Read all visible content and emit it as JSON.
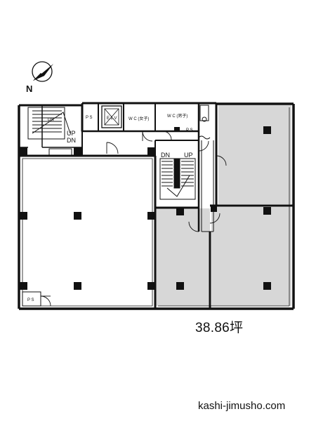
{
  "compass": {
    "north_label": "N"
  },
  "rooms": {
    "ps_top": "P S",
    "elevator": "E L V",
    "wc_female": "W C (女子)",
    "wc_male": "W C (男子)",
    "ps_right": "P S",
    "ps_bottom": "P S"
  },
  "stairs": {
    "left_up": "UP",
    "left_dn": "DN",
    "left_arrow_tag": "DN",
    "center_dn": "DN",
    "center_up": "UP"
  },
  "area": "38.86坪",
  "site": "kashi-jimusho.com",
  "colors": {
    "available": "#d7d7d7",
    "wall": "#111111"
  }
}
